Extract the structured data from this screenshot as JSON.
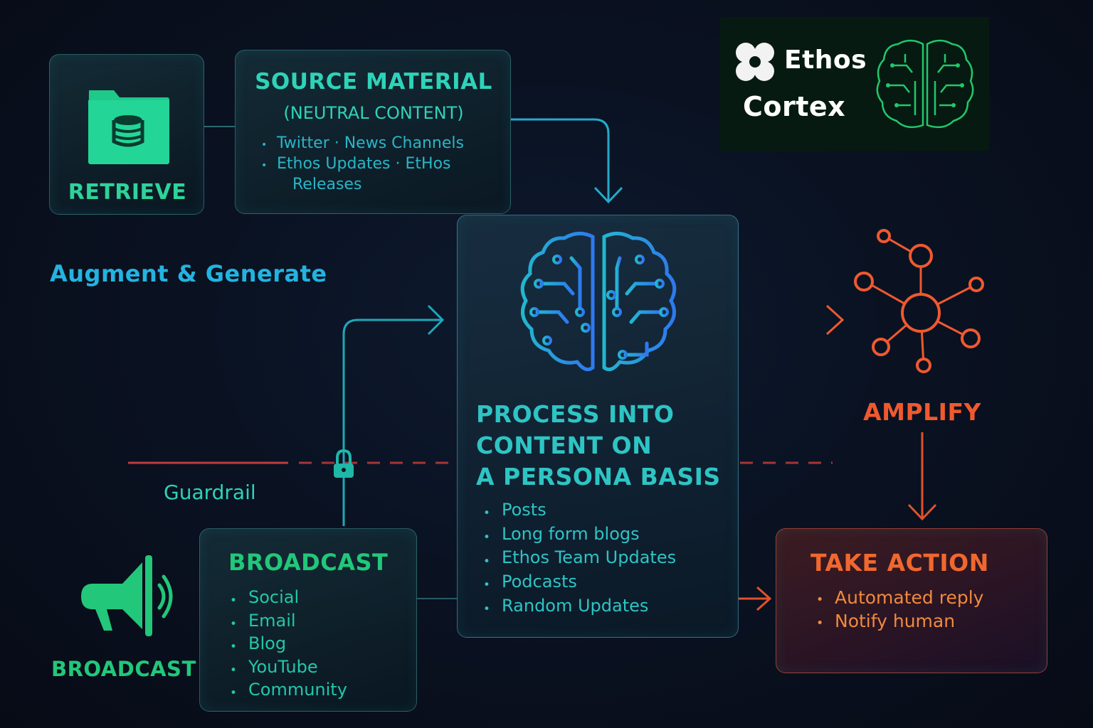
{
  "logo": {
    "line1": "Ethos",
    "line2": "Cortex"
  },
  "retrieve": {
    "label": "RETRIEVE"
  },
  "source": {
    "title": "SOURCE MATERIAL",
    "subtitle": "(NEUTRAL CONTENT)",
    "line1": "Twitter · News Channels",
    "line2": "Ethos Updates · EtHos",
    "line3": "Releases"
  },
  "augment_label": "Augment & Generate",
  "guardrail_label": "Guardrail",
  "process": {
    "title_line1": "PROCESS INTO",
    "title_line2": "CONTENT ON",
    "title_line3": "A PERSONA BASIS",
    "items": [
      "Posts",
      "Long form blogs",
      "Ethos Team Updates",
      "Podcasts",
      "Random Updates"
    ]
  },
  "amplify": {
    "label": "AMPLIFY"
  },
  "broadcast": {
    "icon_label": "BROADCAST",
    "title": "BROADCAST",
    "items": [
      "Social",
      "Email",
      "Blog",
      "YouTube",
      "Community"
    ]
  },
  "take_action": {
    "title": "TAKE ACTION",
    "items": [
      "Automated reply",
      "Notify human"
    ]
  },
  "colors": {
    "teal": "#2ec4b6",
    "green": "#22c77a",
    "cyan": "#27b8e0",
    "blue": "#2f7ff0",
    "orange": "#f0592e",
    "guardrail_red": "#c23b3b"
  },
  "icons": [
    "database-folder-icon",
    "brain-circuit-icon",
    "network-nodes-icon",
    "megaphone-icon",
    "lock-icon",
    "brain-logo-icon"
  ]
}
